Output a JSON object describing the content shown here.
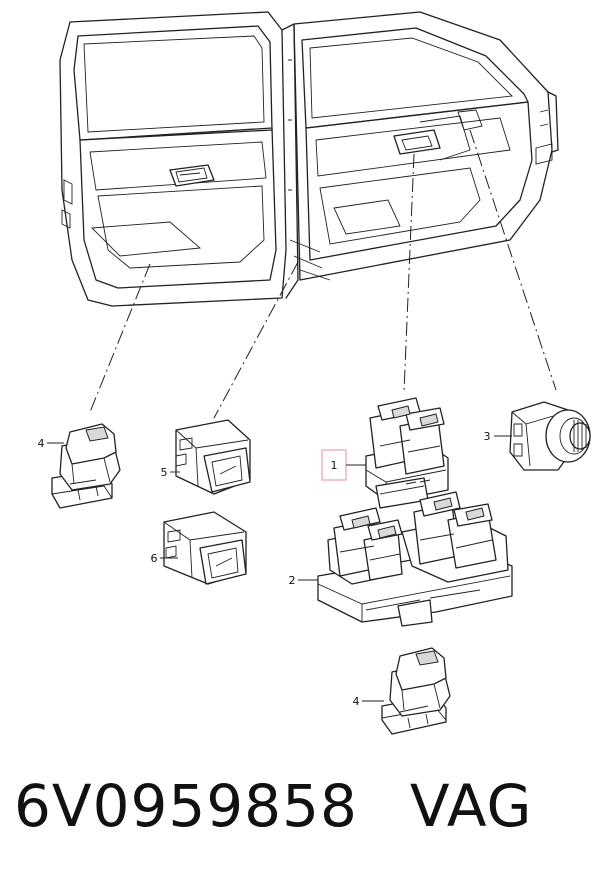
{
  "callouts": {
    "c1": "1",
    "c2": "2",
    "c3": "3",
    "c4_top": "4",
    "c4_bottom": "4",
    "c5": "5",
    "c6": "6"
  },
  "caption": {
    "part_number": "6V0959858",
    "brand": "VAG"
  },
  "highlight_color": "#e8a0a8"
}
